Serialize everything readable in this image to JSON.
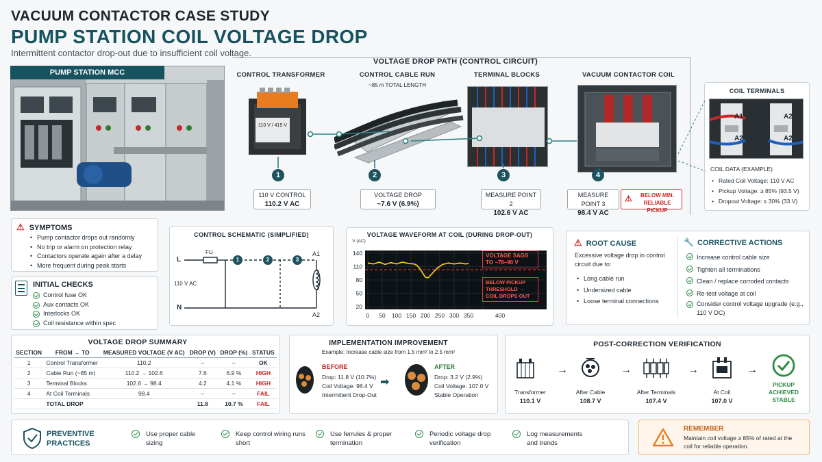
{
  "header": {
    "subtitle_top": "VACUUM CONTACTOR CASE STUDY",
    "title": "PUMP STATION COIL VOLTAGE DROP",
    "description": "Intermittent contactor drop-out due to insufficient coil voltage."
  },
  "mcc": {
    "label": "PUMP STATION MCC"
  },
  "path": {
    "title": "VOLTAGE DROP PATH (CONTROL CIRCUIT)",
    "stages": [
      {
        "name": "CONTROL TRANSFORMER",
        "num": "1",
        "box_title": "110 V CONTROL",
        "box_value": "110.2 V AC",
        "plate": "110 V / 415 V"
      },
      {
        "name": "CONTROL CABLE RUN",
        "sub": "~85 m TOTAL LENGTH",
        "num": "2",
        "box_title": "VOLTAGE DROP",
        "box_value": "~7.6 V (6.9%)"
      },
      {
        "name": "TERMINAL BLOCKS",
        "num": "3",
        "box_title": "MEASURE POINT 2",
        "box_value": "102.6 V AC"
      },
      {
        "name": "VACUUM CONTACTOR COIL",
        "num": "4",
        "box_title": "MEASURE POINT 3",
        "box_value": "98.4 V AC",
        "warning": "BELOW MIN. RELIABLE PICKUP"
      }
    ]
  },
  "coil": {
    "title": "COIL TERMINALS",
    "a1": "A1",
    "a2": "A2",
    "data_title": "COIL DATA (EXAMPLE)",
    "data": [
      "Rated Coil Voltage: 110 V AC",
      "Pickup Voltage: ≥ 85% (93.5 V)",
      "Dropout Voltage: ≤ 30% (33 V)"
    ]
  },
  "symptoms": {
    "title": "SYMPTOMS",
    "items": [
      "Pump contactor drops out randomly",
      "No trip or alarm on protection relay",
      "Contactors operate again after a delay",
      "More frequent during peak starts"
    ]
  },
  "checks": {
    "title": "INITIAL CHECKS",
    "items": [
      "Control fuse OK",
      "Aux contacts OK",
      "Interlocks OK",
      "Coil resistance within spec"
    ]
  },
  "schematic": {
    "title": "CONTROL SCHEMATIC (SIMPLIFIED)",
    "L": "L",
    "N": "N",
    "fuse": "FU",
    "supply": "110 V AC",
    "A1": "A1",
    "A2": "A2",
    "n1": "1",
    "n2": "2",
    "n3": "3"
  },
  "chart_data": {
    "type": "line",
    "title": "VOLTAGE WAVEFORM AT COIL (DURING DROP-OUT)",
    "ylabel": "V (AC)",
    "x_ticks": [
      "0",
      "50",
      "100",
      "150",
      "200",
      "250",
      "300",
      "350",
      "400"
    ],
    "y_ticks": [
      "20",
      "50",
      "80",
      "110",
      "140"
    ],
    "xlim": [
      0,
      400
    ],
    "ylim": [
      20,
      140
    ],
    "series": [
      {
        "x": [
          0,
          20,
          40,
          60,
          80,
          100,
          120,
          140,
          160,
          170,
          180,
          190,
          200,
          210,
          220,
          240,
          260,
          280,
          300,
          320,
          340,
          350
        ],
        "y": [
          118,
          116,
          120,
          115,
          119,
          116,
          120,
          117,
          116,
          113,
          106,
          96,
          86,
          85,
          92,
          106,
          115,
          118,
          116,
          118,
          116,
          117
        ]
      }
    ],
    "dashed_line": {
      "y": 103
    },
    "annotations": [
      {
        "text": "VOLTAGE SAGS TO ~78–90 V"
      },
      {
        "text": "BELOW PICKUP THRESHOLD → COIL DROPS OUT"
      }
    ],
    "colors": {
      "line": "#f5c518",
      "threshold": "#e53935",
      "bg": "#0d1216"
    }
  },
  "root": {
    "title": "ROOT CAUSE",
    "lead": "Excessive voltage drop in control circuit due to:",
    "items": [
      "Long cable run",
      "Undersized cable",
      "Loose terminal connections"
    ]
  },
  "actions": {
    "title": "CORRECTIVE ACTIONS",
    "items": [
      "Increase control cable size",
      "Tighten all terminations",
      "Clean / replace corroded contacts",
      "Re-test voltage at coil",
      "Consider control voltage upgrade (e.g., 110 V DC)"
    ]
  },
  "summary": {
    "title": "VOLTAGE DROP SUMMARY",
    "headers": [
      "SECTION",
      "FROM → TO",
      "MEASURED VOLTAGE (V AC)",
      "DROP (V)",
      "DROP (%)",
      "STATUS"
    ],
    "rows": [
      [
        "1",
        "Control Transformer",
        "110.2",
        "–",
        "–",
        "OK"
      ],
      [
        "2",
        "Cable Run (~85 m)",
        "110.2 → 102.6",
        "7.6",
        "6.9 %",
        "HIGH"
      ],
      [
        "3",
        "Terminal Blocks",
        "102.6 → 98.4",
        "4.2",
        "4.1 %",
        "HIGH"
      ],
      [
        "4",
        "At Coil Terminals",
        "98.4",
        "–",
        "–",
        "FAIL"
      ]
    ],
    "total": [
      "",
      "TOTAL DROP",
      "",
      "11.8",
      "10.7 %",
      "FAIL"
    ]
  },
  "improvement": {
    "title": "IMPLEMENTATION IMPROVEMENT",
    "example": "Example: Increase cable size from 1.5 mm² to 2.5 mm²",
    "before": {
      "label": "BEFORE",
      "lines": [
        "Drop: 11.8 V (10.7%)",
        "Coil Voltage: 98.4 V",
        "Intermittent Drop-Out"
      ]
    },
    "after": {
      "label": "AFTER",
      "lines": [
        "Drop: 3.2 V (2.9%)",
        "Coil Voltage: 107.0 V",
        "Stable Operation"
      ]
    }
  },
  "verification": {
    "title": "POST-CORRECTION VERIFICATION",
    "steps": [
      {
        "label": "Transformer",
        "value": "110.1 V"
      },
      {
        "label": "After Cable",
        "value": "108.7 V"
      },
      {
        "label": "After Terminals",
        "value": "107.4 V"
      },
      {
        "label": "At Coil",
        "value": "107.0 V"
      }
    ],
    "result": "PICKUP ACHIEVED STABLE"
  },
  "preventive": {
    "title": "PREVENTIVE PRACTICES",
    "items": [
      "Use proper cable sizing",
      "Keep control wiring runs short",
      "Use ferrules & proper termination",
      "Periodic voltage drop verification",
      "Log measurements and trends"
    ]
  },
  "remember": {
    "title": "REMEMBER",
    "text": "Maintain coil voltage ≥ 85% of rated at the coil for reliable operation."
  }
}
